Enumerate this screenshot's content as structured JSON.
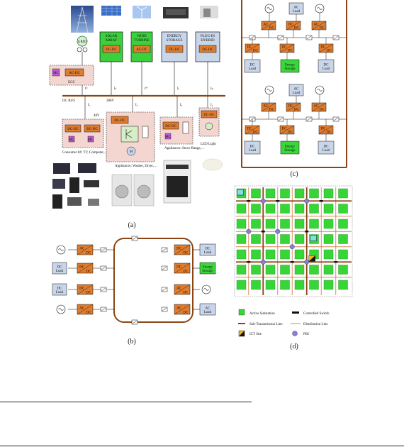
{
  "panel_a": {
    "caption": "(a)",
    "grid": "GRID",
    "solar_title_1": "SOLAR",
    "solar_title_2": "ARRAY",
    "solar_conv": "DC-DC",
    "wind_title_1": "WIND",
    "wind_title_2": "TURBINE",
    "wind_conv": "AC-DC",
    "energy_title_1": "ENERGY",
    "energy_title_2": "STORAGE",
    "energy_conv": "DC-DC",
    "plugin_title_1": "PLUG-IN",
    "plugin_title_2": "HYBRID",
    "plugin_conv": "DC-DC",
    "ecc_conv": "AC-DC",
    "ecc_label": "ECC",
    "mc": "MC",
    "dc_bus": "DC BUS",
    "voltage_380": "380V",
    "voltage_48": "48V",
    "currents": [
      "Iᴳ",
      "Iₛ",
      "Iᵂ",
      "Iₑ",
      "Iₚ"
    ],
    "branch_currents": [
      "I₁",
      "I₂",
      "I₃",
      "I₄"
    ],
    "dcdc": "DC-DC",
    "consumer_label": "Consumer Irf: TV, Computer,…",
    "appliance_washer": "Appliances: Washer, Dryer,…",
    "appliance_stove": "Appliances: Stove Range,…",
    "led": "LED Light",
    "motor": "M"
  },
  "panel_b": {
    "caption": "(b)",
    "left_labels": [
      "",
      "DC Load",
      "DC Load",
      ""
    ],
    "right_labels": [
      "DC Load",
      "Energy Storage",
      "",
      "AC Load"
    ],
    "conv_left": [
      "AC DC",
      "DC DC",
      "DC DC",
      "AC DC"
    ],
    "conv_right": [
      "DC DC",
      "DC DC",
      "AC DC",
      "AC DC"
    ]
  },
  "panel_c": {
    "caption": "(c)",
    "ac_load": "AC Load",
    "dc_load": "DC Load",
    "energy_storage": "Energy Storage",
    "acdc": "AC DC",
    "dcdc": "DC DC"
  },
  "panel_d": {
    "caption": "(d)",
    "legend": {
      "active_substation": "Active Substation",
      "controlled_switch": "Controlled Switch",
      "sub_transmission": "Sub-Transmission Line",
      "distribution_line": "Distribution Line",
      "ict_site": "ICT Site",
      "pbi": "PBI"
    }
  },
  "colors": {
    "bus_brown": "#8b4513",
    "converter_orange": "#e07c2e",
    "load_blue": "#c9d6ea",
    "storage_green": "#3bd63b",
    "substation_green": "#37d637",
    "pbi_purple": "#8a7de0",
    "mc_magenta": "#c25bd6",
    "dashed_pink": "#f4d6d0"
  }
}
